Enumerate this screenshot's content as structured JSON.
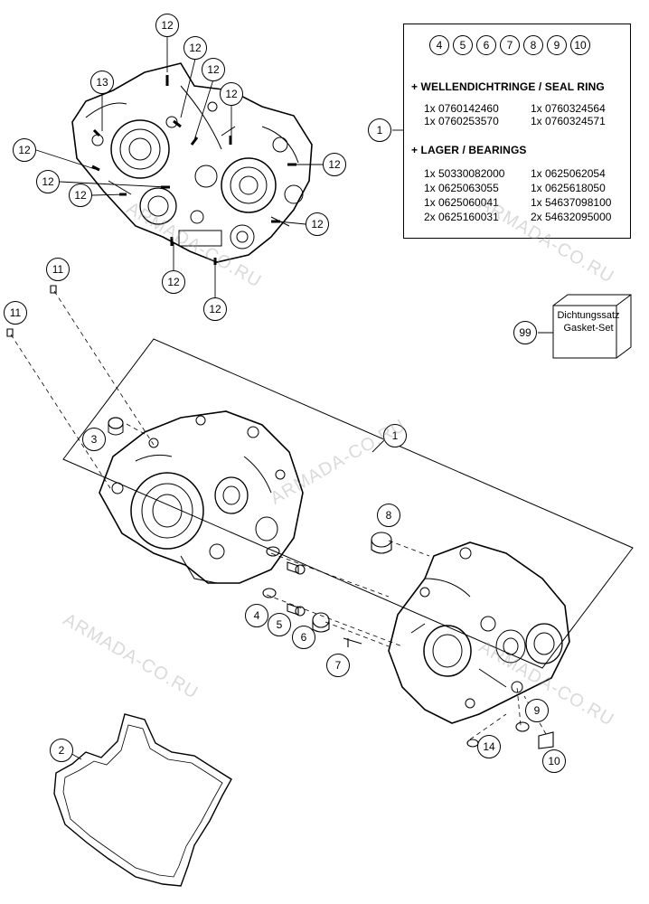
{
  "info_box": {
    "kit_items": [
      "4",
      "5",
      "6",
      "7",
      "8",
      "9",
      "10"
    ],
    "seal_title": "+ WELLENDICHTRINGE / SEAL RING",
    "seal_parts": [
      [
        "1x 0760142460",
        "1x 0760324564"
      ],
      [
        "1x 0760253570",
        "1x 0760324571"
      ]
    ],
    "bearing_title": "+ LAGER / BEARINGS",
    "bearing_parts": [
      [
        "1x 50330082000",
        "1x 0625062054"
      ],
      [
        "1x 0625063055",
        "1x 0625618050"
      ],
      [
        "1x 0625060041",
        "1x 54637098100"
      ],
      [
        "2x 0625160031",
        "2x 54632095000"
      ]
    ]
  },
  "gasket_set": {
    "label_line1": "Dichtungssatz",
    "label_line2": "Gasket-Set"
  },
  "callouts": {
    "c1_box": "1",
    "c99": "99",
    "c12_a": "12",
    "c12_b": "12",
    "c12_c": "12",
    "c12_d": "12",
    "c12_e": "12",
    "c12_f": "12",
    "c12_g": "12",
    "c12_h": "12",
    "c12_i": "12",
    "c12_j": "12",
    "c12_k": "12",
    "c13": "13",
    "c11_a": "11",
    "c11_b": "11",
    "c3": "3",
    "c1_case": "1",
    "c8": "8",
    "c4": "4",
    "c5": "5",
    "c6": "6",
    "c7": "7",
    "c9": "9",
    "c10": "10",
    "c14": "14",
    "c2": "2"
  },
  "watermark": "ARMADA-CO.RU"
}
